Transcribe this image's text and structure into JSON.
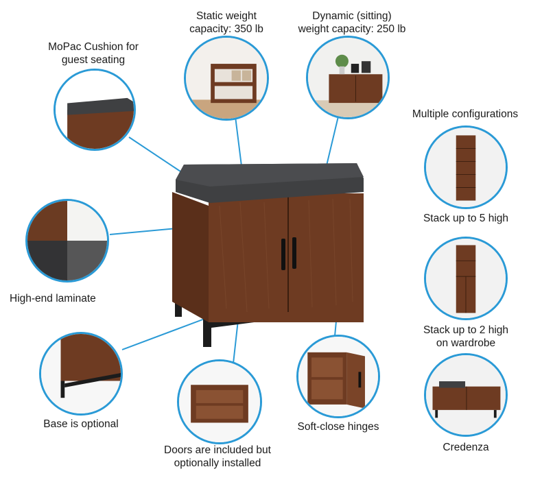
{
  "colors": {
    "accent": "#2a9ad6",
    "wood": "#6b3a22",
    "wood_dark": "#4e2916",
    "cushion": "#3f4042",
    "metal": "#1c1c1c"
  },
  "callouts": {
    "cushion": "MoPac Cushion for\nguest seating",
    "static": "Static weight\ncapacity: 350 lb",
    "dynamic": "Dynamic (sitting)\nweight capacity: 250 lb",
    "configs": "Multiple configurations",
    "stack5": "Stack up to 5 high",
    "laminate": "High-end laminate",
    "stack2": "Stack up to 2 high\non wardrobe",
    "base": "Base is optional",
    "doors": "Doors are included but\noptionally installed",
    "hinges": "Soft-close hinges",
    "credenza": "Credenza"
  }
}
